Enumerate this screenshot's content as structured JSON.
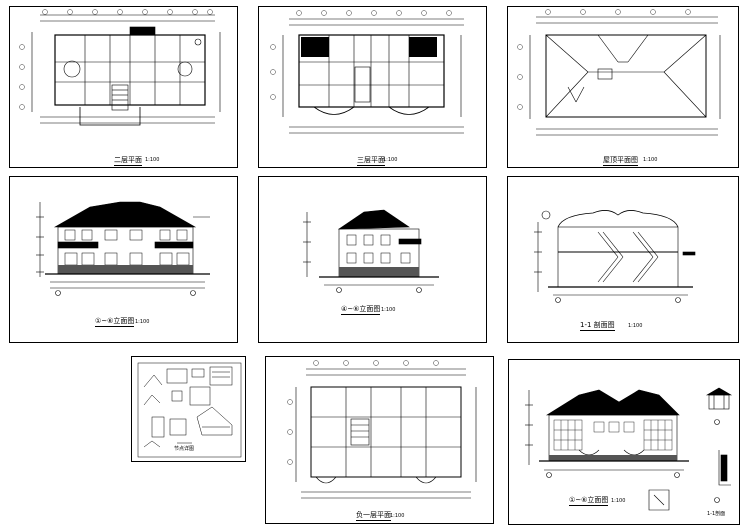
{
  "sheets": [
    {
      "id": "second-floor-plan",
      "title": "二层平面",
      "scale": "1:100"
    },
    {
      "id": "third-floor-plan",
      "title": "三层平面",
      "scale": "1:100"
    },
    {
      "id": "roof-plan",
      "title": "屋顶平面图",
      "scale": "1:100"
    },
    {
      "id": "elevation-a",
      "title": "①~⑥立面图",
      "scale": "1:100"
    },
    {
      "id": "elevation-b",
      "title": "④~⑥立面图",
      "scale": "1:100"
    },
    {
      "id": "section-1-1",
      "title": "1-1 剖面图",
      "scale": "1:100"
    },
    {
      "id": "detail-sheet",
      "title": "节点详图",
      "scale": ""
    },
    {
      "id": "basement-plan",
      "title": "负一层平面",
      "scale": "1:100"
    },
    {
      "id": "elevation-c",
      "title": "①~⑥立面图",
      "scale": "1:100"
    },
    {
      "id": "section-1-1-small",
      "title": "1-1剖面",
      "scale": ""
    }
  ],
  "colors": {
    "line": "#000000",
    "paper": "#ffffff",
    "hatch": "#000000"
  }
}
